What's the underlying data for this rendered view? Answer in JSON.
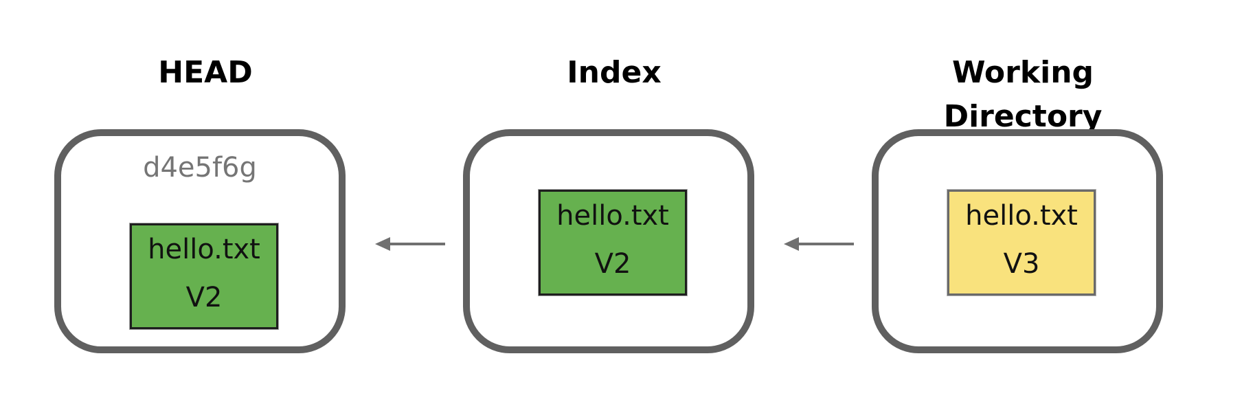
{
  "head": {
    "title": "HEAD",
    "commit": "d4e5f6g",
    "file": {
      "name": "hello.txt",
      "version": "V2",
      "color": "#66b14f"
    }
  },
  "index": {
    "title": "Index",
    "file": {
      "name": "hello.txt",
      "version": "V2",
      "color": "#66b14f"
    }
  },
  "working_directory": {
    "title": "Working Directory",
    "file": {
      "name": "hello.txt",
      "version": "V3",
      "color": "#f9e27d"
    }
  },
  "colors": {
    "frame": "#606060",
    "arrow": "#707070"
  }
}
